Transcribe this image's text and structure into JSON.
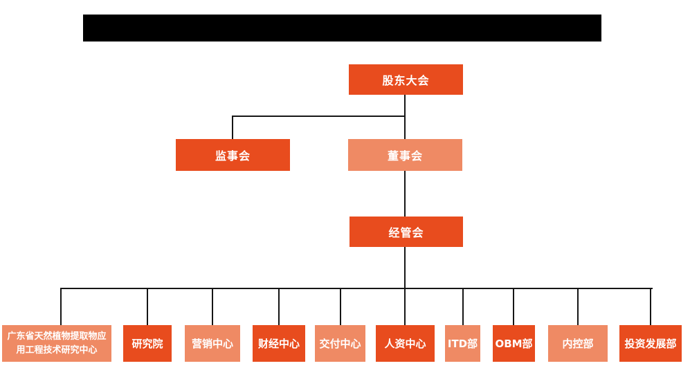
{
  "colors": {
    "node_primary": "#e84c1e",
    "node_secondary": "#ef8a64",
    "connector": "#151515",
    "redacted_bar": "#000000",
    "node_text": "#ffffff",
    "background": "#ffffff"
  },
  "org_chart": {
    "title_redacted": true,
    "nodes": [
      {
        "id": "shareholders-meeting",
        "label": "股东大会",
        "variant": "primary",
        "parent": null
      },
      {
        "id": "supervisory-board",
        "label": "监事会",
        "variant": "primary",
        "parent": "shareholders-meeting"
      },
      {
        "id": "board-of-directors",
        "label": "董事会",
        "variant": "secondary",
        "parent": "shareholders-meeting"
      },
      {
        "id": "management-committee",
        "label": "经管会",
        "variant": "primary",
        "parent": "board-of-directors"
      },
      {
        "id": "gd-research-center",
        "label": "广东省天然植物提取物应用工程技术研究中心",
        "variant": "secondary",
        "parent": "management-committee"
      },
      {
        "id": "research-institute",
        "label": "研究院",
        "variant": "primary",
        "parent": "management-committee"
      },
      {
        "id": "marketing-center",
        "label": "营销中心",
        "variant": "secondary",
        "parent": "management-committee"
      },
      {
        "id": "finance-center",
        "label": "财经中心",
        "variant": "primary",
        "parent": "management-committee"
      },
      {
        "id": "delivery-center",
        "label": "交付中心",
        "variant": "secondary",
        "parent": "management-committee"
      },
      {
        "id": "hr-center",
        "label": "人资中心",
        "variant": "primary",
        "parent": "management-committee"
      },
      {
        "id": "itd-department",
        "label": "ITD部",
        "variant": "secondary",
        "parent": "management-committee"
      },
      {
        "id": "obm-department",
        "label": "OBM部",
        "variant": "primary",
        "parent": "management-committee"
      },
      {
        "id": "internal-control-department",
        "label": "内控部",
        "variant": "secondary",
        "parent": "management-committee"
      },
      {
        "id": "investment-development-dept",
        "label": "投资发展部",
        "variant": "primary",
        "parent": "management-committee"
      }
    ]
  }
}
